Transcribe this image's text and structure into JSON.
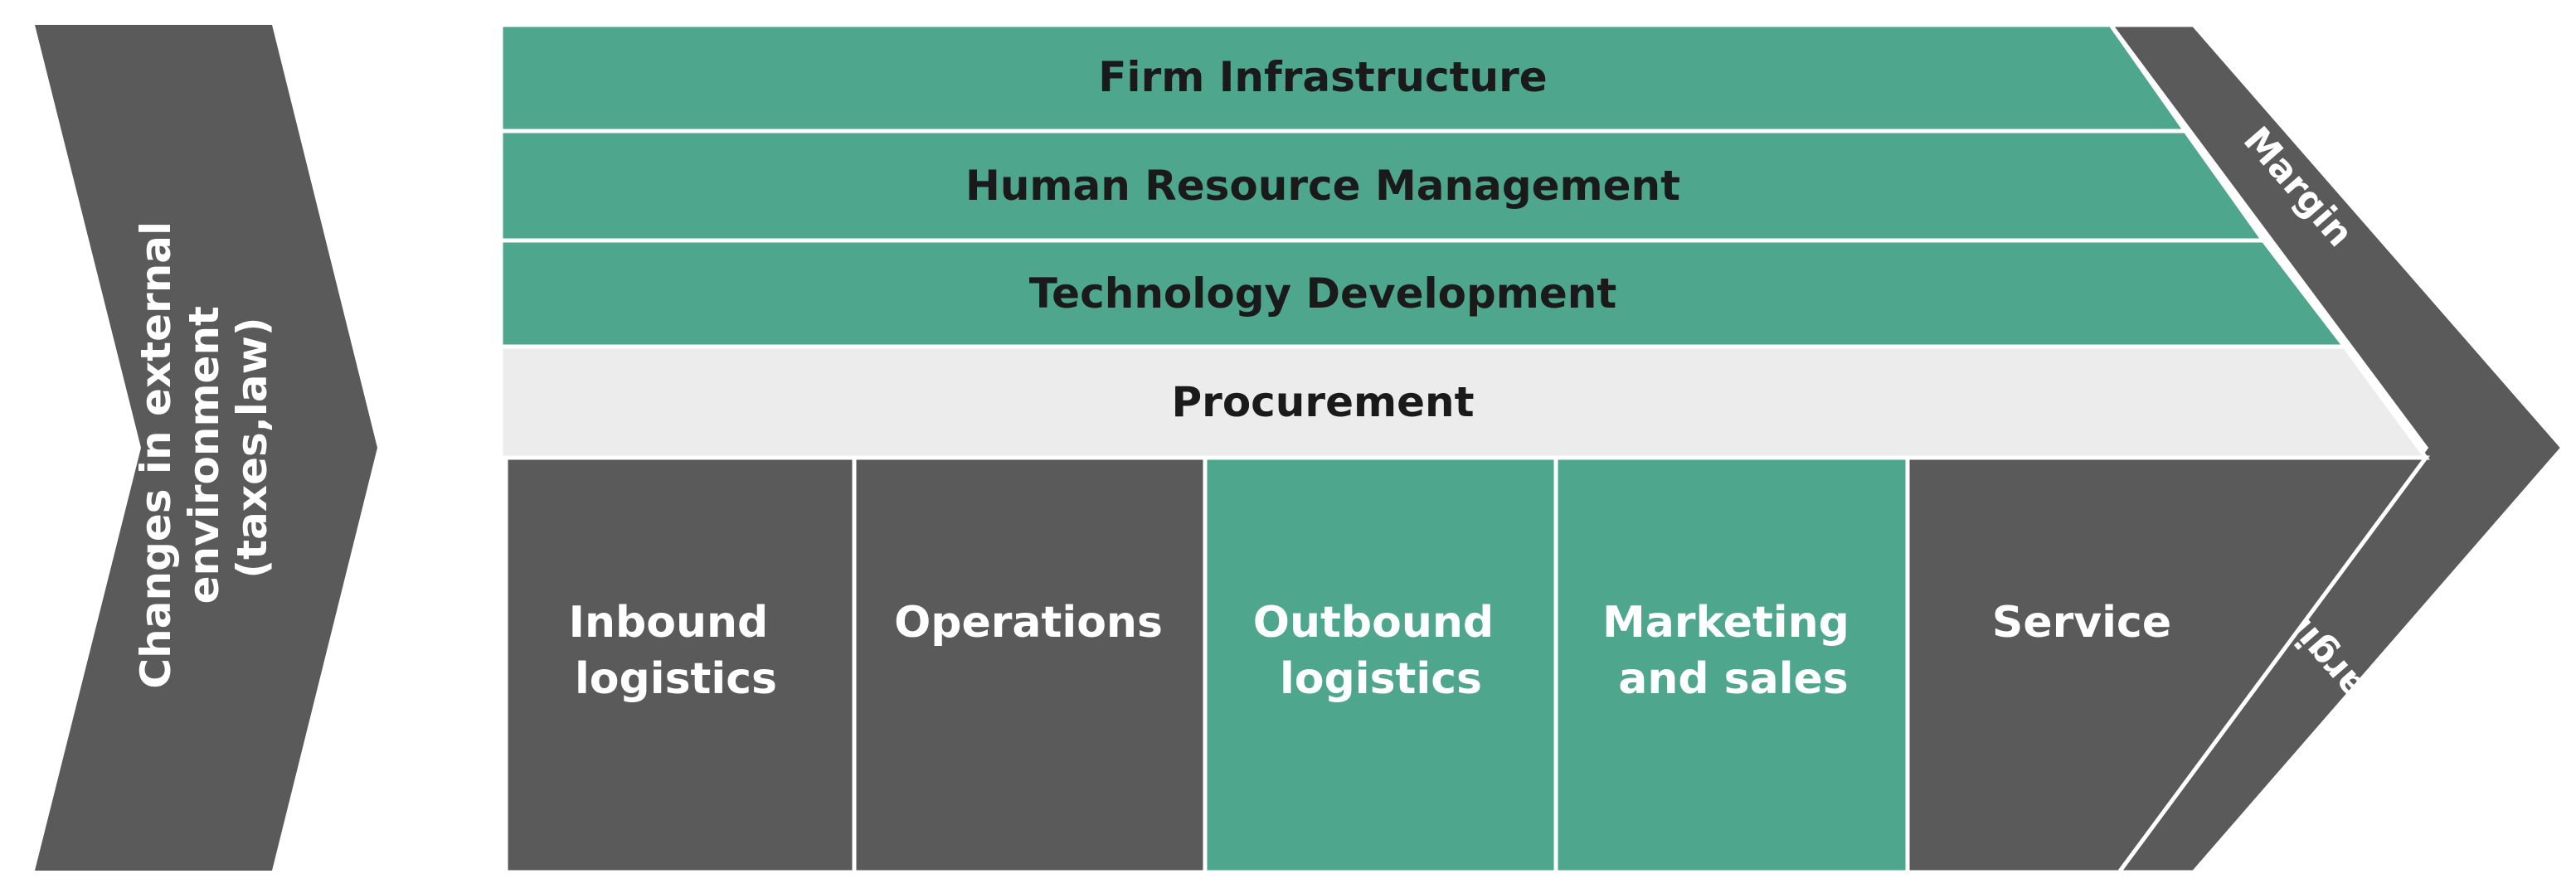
{
  "colors": {
    "green": "#4ea68d",
    "dark": "#5a5a5a",
    "light": "#ececec",
    "border": "#ffffff",
    "text_dark": "#1a1a1a",
    "text_light": "#ffffff"
  },
  "external": {
    "lines": [
      "Changes in external",
      "environment",
      "(taxes,law)"
    ]
  },
  "support": {
    "firm_infrastructure": "Firm Infrastructure",
    "human_resource_management": "Human Resource Management",
    "technology_development": "Technology Development",
    "procurement": "Procurement"
  },
  "primary": {
    "inbound": [
      "Inbound",
      "logistics"
    ],
    "operations": [
      "Operations"
    ],
    "outbound": [
      "Outbound",
      "logistics"
    ],
    "marketing": [
      "Marketing",
      "and sales"
    ],
    "service": [
      "Service"
    ]
  },
  "margin": {
    "top_label": "Margin",
    "bottom_label": "Margin"
  }
}
